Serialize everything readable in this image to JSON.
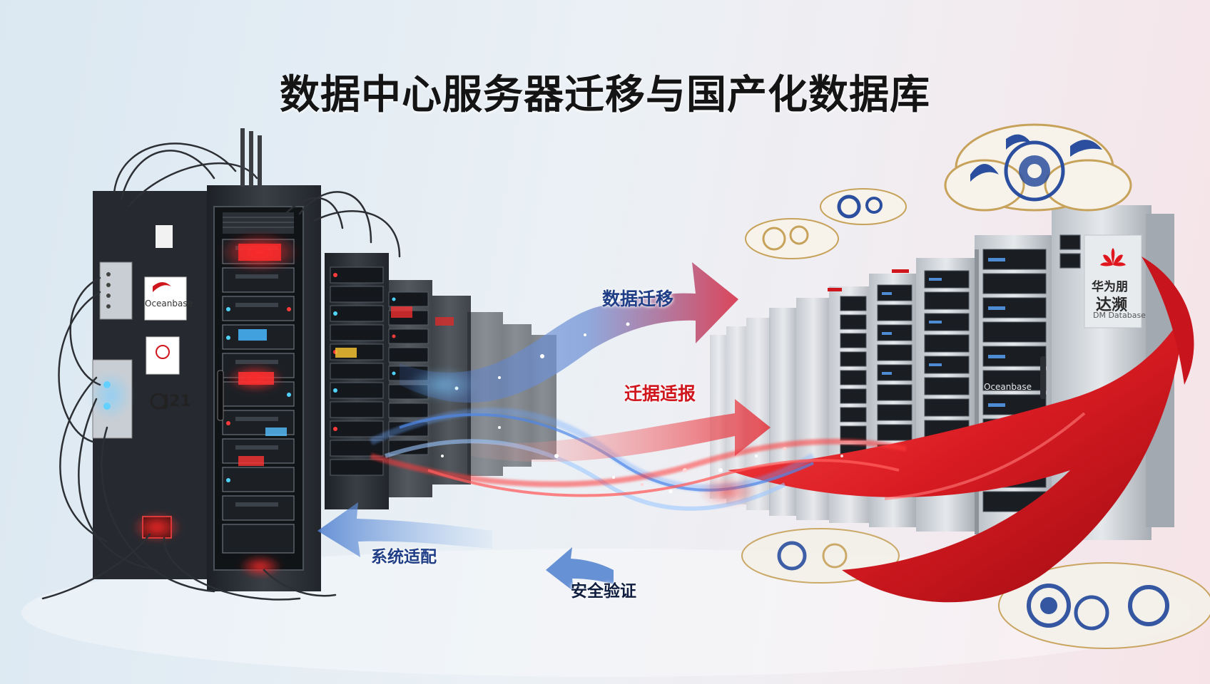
{
  "title": "数据中心服务器迁移与国产化数据库",
  "labels": {
    "migration": "数据迁移",
    "red_arrow": "迁据适报",
    "adaptation": "系统适配",
    "security": "安全验证"
  },
  "rack_text": {
    "brand_top": "华为朋",
    "brand_main": "达濒",
    "brand_sub": "DM Database",
    "old_logo": "Oceanbase",
    "old_code": "J21",
    "server_logo": "Oceanbase"
  },
  "colors": {
    "accent_red": "#d0161d",
    "accent_blue": "#1f3e86",
    "rack_dark": "#2a2e34",
    "rack_light": "#c9ced4",
    "porcelain_blue": "#2b4f9e"
  },
  "icons": {
    "brand_logo": "huawei-petal-icon",
    "cloud": "auspicious-cloud-icon",
    "ribbon": "red-silk-ribbon"
  }
}
